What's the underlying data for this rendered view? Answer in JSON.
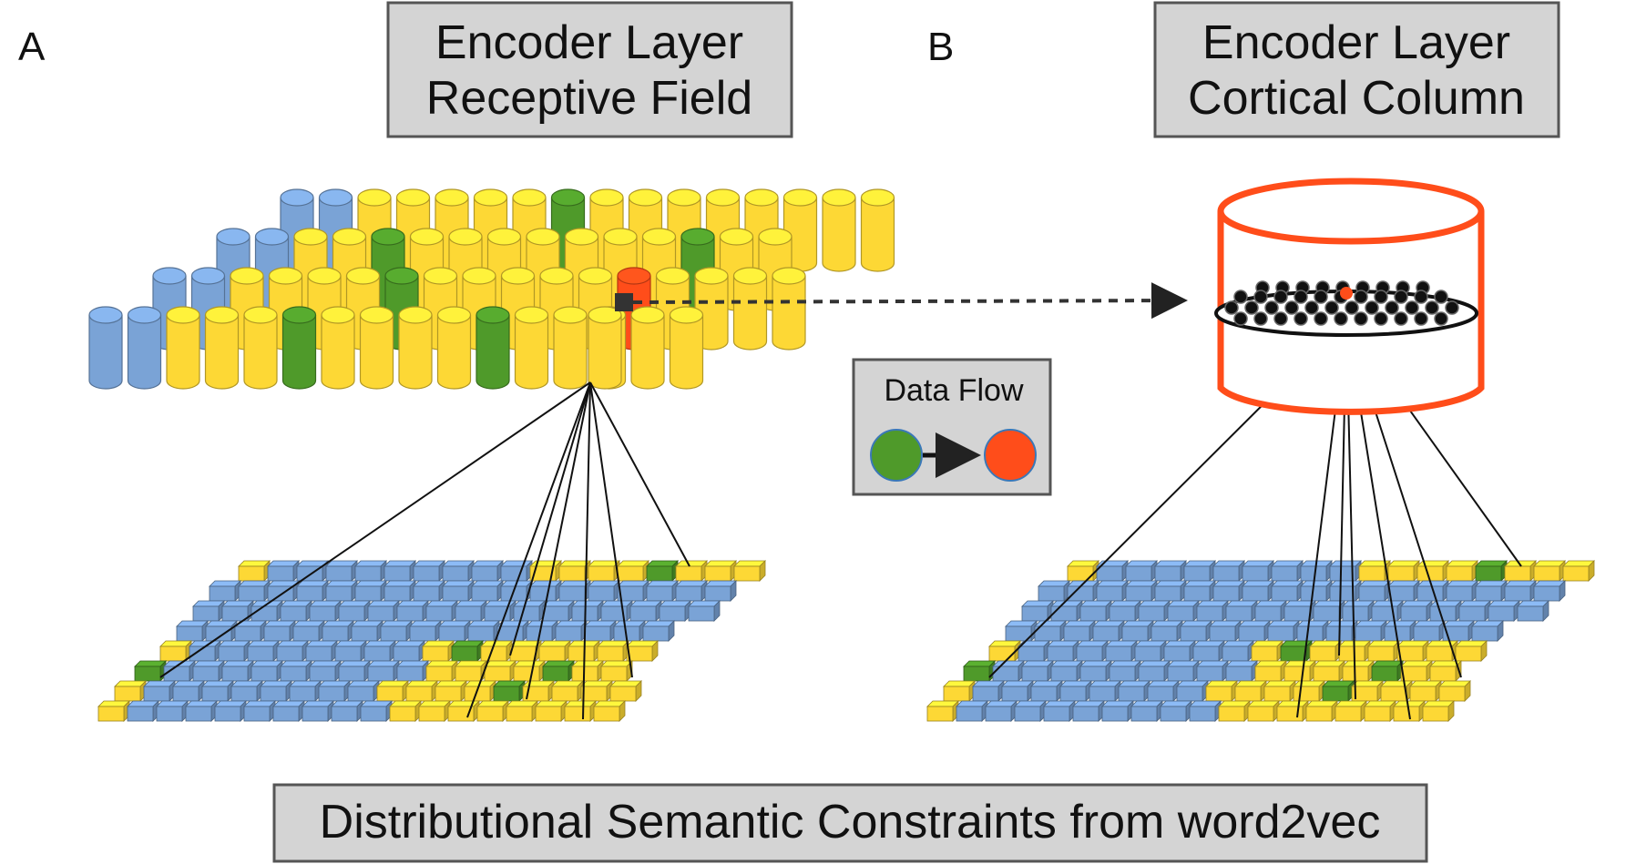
{
  "panels": {
    "a": {
      "letter": "A",
      "title_line1": "Encoder Layer",
      "title_line2": "Receptive Field"
    },
    "b": {
      "letter": "B",
      "title_line1": "Encoder Layer",
      "title_line2": "Cortical Column"
    }
  },
  "legend": {
    "title": "Data Flow"
  },
  "footer": {
    "caption": "Distributional Semantic Constraints from word2vec"
  },
  "colors": {
    "blue": "#7aa3d6",
    "yellow": "#fdd835",
    "green": "#4f9a2a",
    "red": "#ff4d1a",
    "box_fill": "#d4d4d4",
    "box_stroke": "#555555"
  }
}
